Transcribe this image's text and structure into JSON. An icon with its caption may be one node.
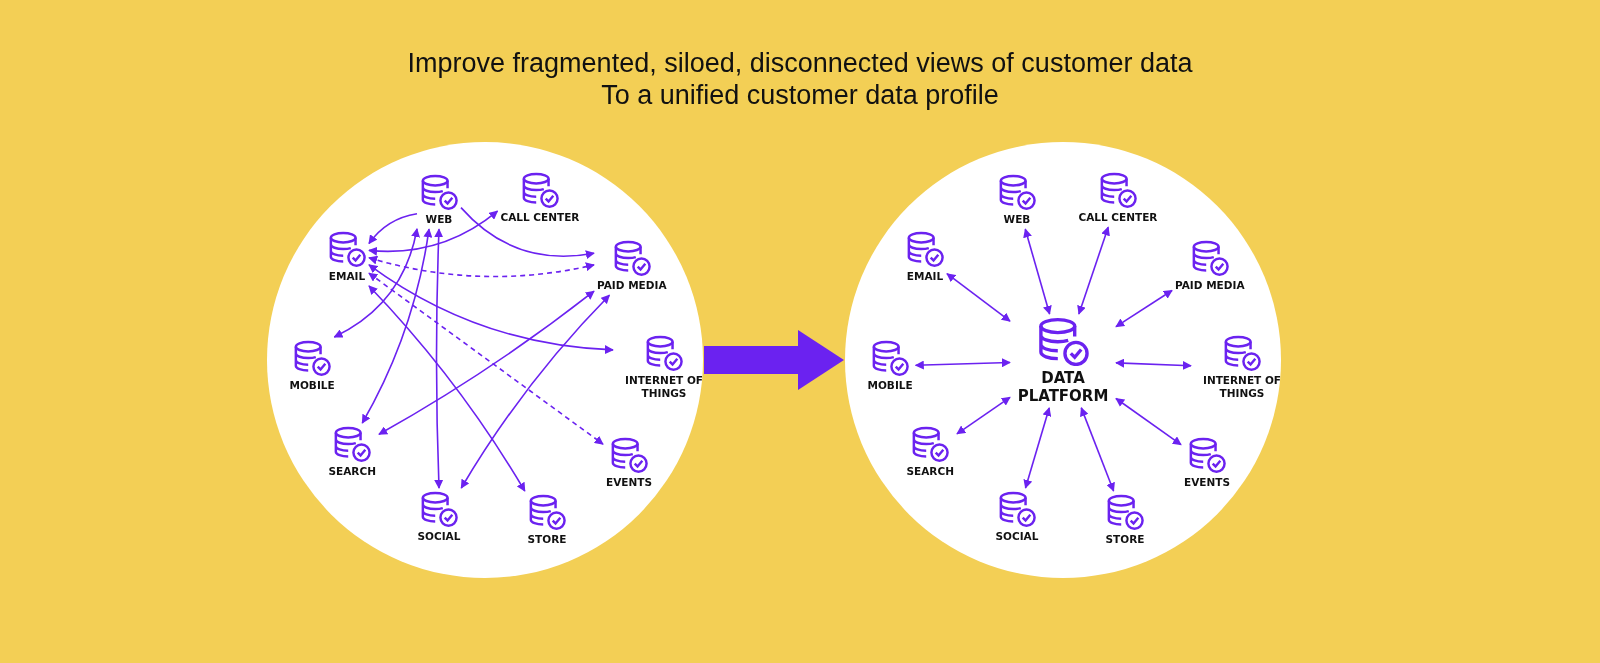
{
  "diagram": {
    "title": "Improve fragmented, siloed, disconnected views of customer data",
    "labels": [
      "To a unified customer data profile"
    ],
    "nodes": [
      {
        "text": [],
        "shape": "circle"
      },
      {
        "text": [
          "WEB"
        ],
        "in": 0
      },
      {
        "text": [
          "CALL CENTER"
        ],
        "in": 0
      },
      {
        "text": [
          "EMAIL"
        ],
        "in": 0
      },
      {
        "text": [
          "PAID MEDIA"
        ],
        "in": 0
      },
      {
        "text": [
          "MOBILE"
        ],
        "in": 0
      },
      {
        "text": [
          "INTERNET OF THINGS"
        ],
        "in": 0
      },
      {
        "text": [
          "SEARCH"
        ],
        "in": 0
      },
      {
        "text": [
          "EVENTS"
        ],
        "in": 0
      },
      {
        "text": [
          "SOCIAL"
        ],
        "in": 0
      },
      {
        "text": [
          "STORE"
        ],
        "in": 0
      },
      {
        "text": [],
        "shape": "circle"
      },
      {
        "text": [
          "WEB"
        ],
        "in": 11
      },
      {
        "text": [
          "CALL CENTER"
        ],
        "in": 11
      },
      {
        "text": [
          "EMAIL"
        ],
        "in": 11
      },
      {
        "text": [
          "PAID MEDIA"
        ],
        "in": 11
      },
      {
        "text": [
          "MOBILE"
        ],
        "in": 11
      },
      {
        "text": [
          "INTERNET OF THINGS"
        ],
        "in": 11
      },
      {
        "text": [
          "SEARCH"
        ],
        "in": 11
      },
      {
        "text": [
          "EVENTS"
        ],
        "in": 11
      },
      {
        "text": [
          "SOCIAL"
        ],
        "in": 11
      },
      {
        "text": [
          "STORE"
        ],
        "in": 11
      },
      {
        "text": [
          "DATA PLATFORM"
        ],
        "in": 11
      }
    ],
    "edges": [
      {
        "from": 3,
        "to": 2,
        "arrow": "both"
      },
      {
        "from": 1,
        "to": 3,
        "arrow": "to"
      },
      {
        "from": 1,
        "to": 4,
        "arrow": "to"
      },
      {
        "from": 3,
        "to": 4,
        "arrow": "both",
        "style": "dashed"
      },
      {
        "from": 3,
        "to": 6,
        "arrow": "both"
      },
      {
        "from": 3,
        "to": 8,
        "arrow": "both",
        "style": "dashed"
      },
      {
        "from": 3,
        "to": 10,
        "arrow": "both"
      },
      {
        "from": 1,
        "to": 5,
        "arrow": "both"
      },
      {
        "from": 1,
        "to": 7,
        "arrow": "both"
      },
      {
        "from": 1,
        "to": 9,
        "arrow": "both"
      },
      {
        "from": 7,
        "to": 4,
        "arrow": "both"
      },
      {
        "from": 9,
        "to": 4,
        "arrow": "both"
      },
      {
        "from": 0,
        "to": 11,
        "arrow": "to",
        "style": "thick"
      },
      {
        "from": 22,
        "to": 12,
        "arrow": "both"
      },
      {
        "from": 22,
        "to": 13,
        "arrow": "both"
      },
      {
        "from": 22,
        "to": 14,
        "arrow": "both"
      },
      {
        "from": 22,
        "to": 15,
        "arrow": "both"
      },
      {
        "from": 22,
        "to": 16,
        "arrow": "both"
      },
      {
        "from": 22,
        "to": 17,
        "arrow": "both"
      },
      {
        "from": 22,
        "to": 18,
        "arrow": "both"
      },
      {
        "from": 22,
        "to": 19,
        "arrow": "both"
      },
      {
        "from": 22,
        "to": 20,
        "arrow": "both"
      },
      {
        "from": 22,
        "to": 21,
        "arrow": "both"
      }
    ]
  }
}
